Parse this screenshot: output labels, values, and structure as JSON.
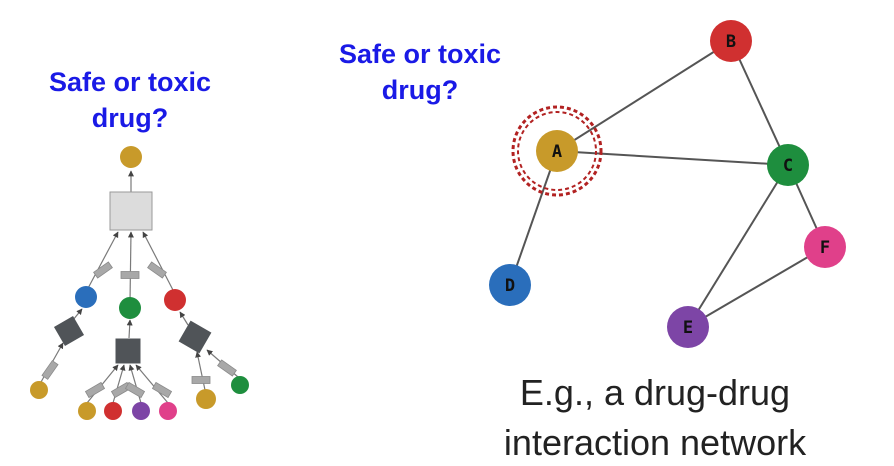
{
  "left_diagram": {
    "question_lines": [
      "Safe or toxic",
      "drug?"
    ]
  },
  "right_diagram": {
    "question_lines": [
      "Safe or toxic",
      "drug?"
    ],
    "caption_lines": [
      "E.g., a drug-drug",
      "interaction network"
    ],
    "nodes": [
      {
        "id": "A",
        "label": "A",
        "color": "#C89A2A"
      },
      {
        "id": "B",
        "label": "B",
        "color": "#D03030"
      },
      {
        "id": "C",
        "label": "C",
        "color": "#1E8E3E"
      },
      {
        "id": "D",
        "label": "D",
        "color": "#2A6EBB"
      },
      {
        "id": "E",
        "label": "E",
        "color": "#7D45A6"
      },
      {
        "id": "F",
        "label": "F",
        "color": "#E0408A"
      }
    ],
    "edges": [
      [
        "A",
        "B"
      ],
      [
        "A",
        "C"
      ],
      [
        "A",
        "D"
      ],
      [
        "B",
        "C"
      ],
      [
        "C",
        "E"
      ],
      [
        "C",
        "F"
      ],
      [
        "E",
        "F"
      ]
    ],
    "highlighted_node": "A"
  },
  "colors": {
    "question_text": "#1A1AE6",
    "edge": "#555555",
    "highlight_ring": "#B22222",
    "aggregator_box": "#DCDCDC",
    "inner_box": "#505458",
    "message_bar": "#A8A8A8"
  }
}
